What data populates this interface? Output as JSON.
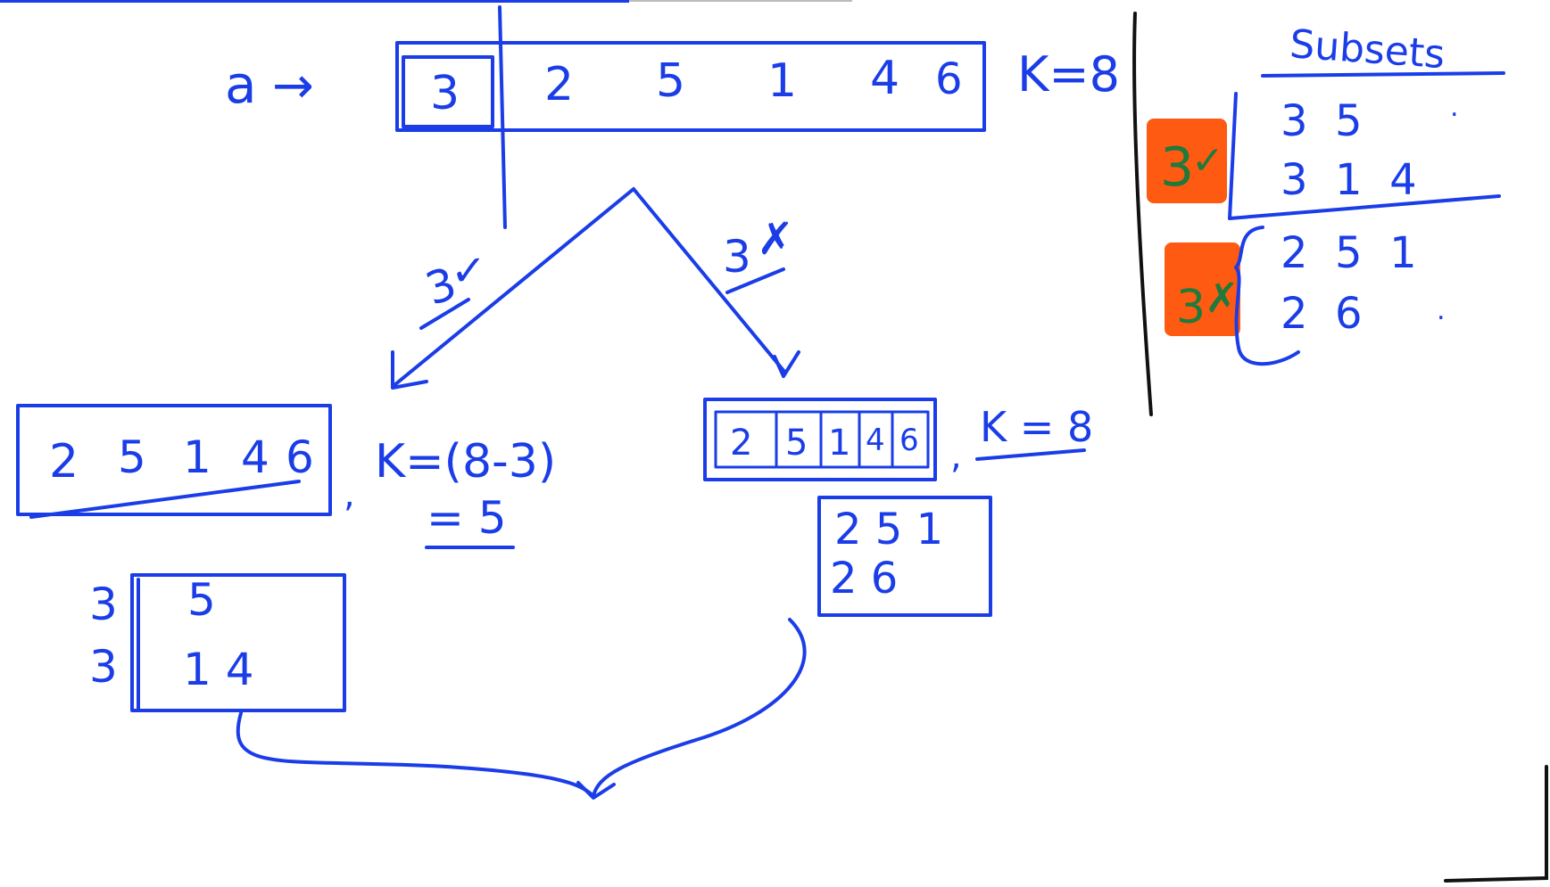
{
  "colors": {
    "ink": "#1a3de8",
    "highlight": "#ff5a12",
    "green_ink": "#1f7a3c",
    "divider": "#111111"
  },
  "top_array": {
    "label": "a",
    "arrow": "→",
    "values": [
      "3",
      "2",
      "5",
      "1",
      "4",
      "6"
    ],
    "k_label": "K=8"
  },
  "branches": {
    "left_label": "3",
    "left_mark": "✓",
    "right_label": "3",
    "right_mark": "✗"
  },
  "left_sub": {
    "values": [
      "2",
      "5",
      "1",
      "4",
      "6"
    ],
    "sep": ",",
    "k_expr": "K=(8-3)",
    "k_result": "= 5"
  },
  "right_sub": {
    "values": [
      "2",
      "5",
      "1",
      "4",
      "6"
    ],
    "sep": ",",
    "k_label": "K = 8"
  },
  "left_result": {
    "prefix": [
      "3",
      "3"
    ],
    "rows": [
      "5",
      "1 4"
    ]
  },
  "right_result": {
    "rows": [
      "2 5 1",
      "2 6"
    ]
  },
  "subsets_panel": {
    "title": "Subsets",
    "with3": {
      "tag_num": "3",
      "tag_mark": "✓",
      "rows": [
        "3  5",
        "3  1  4"
      ]
    },
    "without3": {
      "tag_num": "3",
      "tag_mark": "✗",
      "rows": [
        "2  5  1",
        "2  6"
      ]
    }
  }
}
